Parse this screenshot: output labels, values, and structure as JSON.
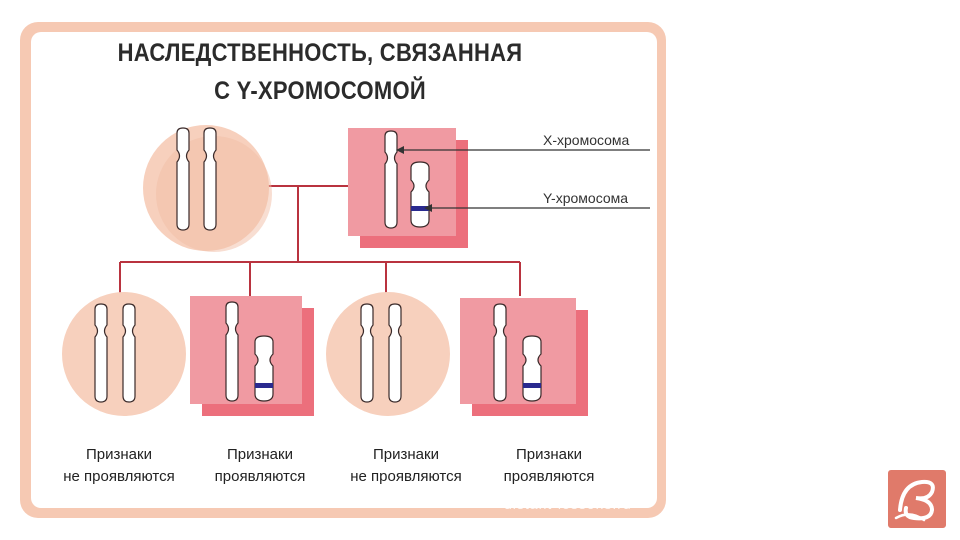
{
  "title": {
    "line1": "НАСЛЕДСТВЕННОСТЬ, СВЯЗАННАЯ",
    "line2": "С Y-ХРОМОСОМОЙ"
  },
  "labels": {
    "x_chromosome": "X-хромосома",
    "y_chromosome": "Y-хромосома"
  },
  "offspring": [
    {
      "line1": "Признаки",
      "line2": "не проявляются"
    },
    {
      "line1": "Признаки",
      "line2": "проявляются"
    },
    {
      "line1": "Признаки",
      "line2": "не проявляются"
    },
    {
      "line1": "Признаки",
      "line2": "проявляются"
    }
  ],
  "watermark": "distant-lessons.ru",
  "colors": {
    "female": "#f7d0bd",
    "male_front": "#f09aa2",
    "male_back": "#ec6f7c",
    "line": "#b9333f",
    "frame": "#f6c9b3",
    "marker": "#2a2a8f"
  }
}
